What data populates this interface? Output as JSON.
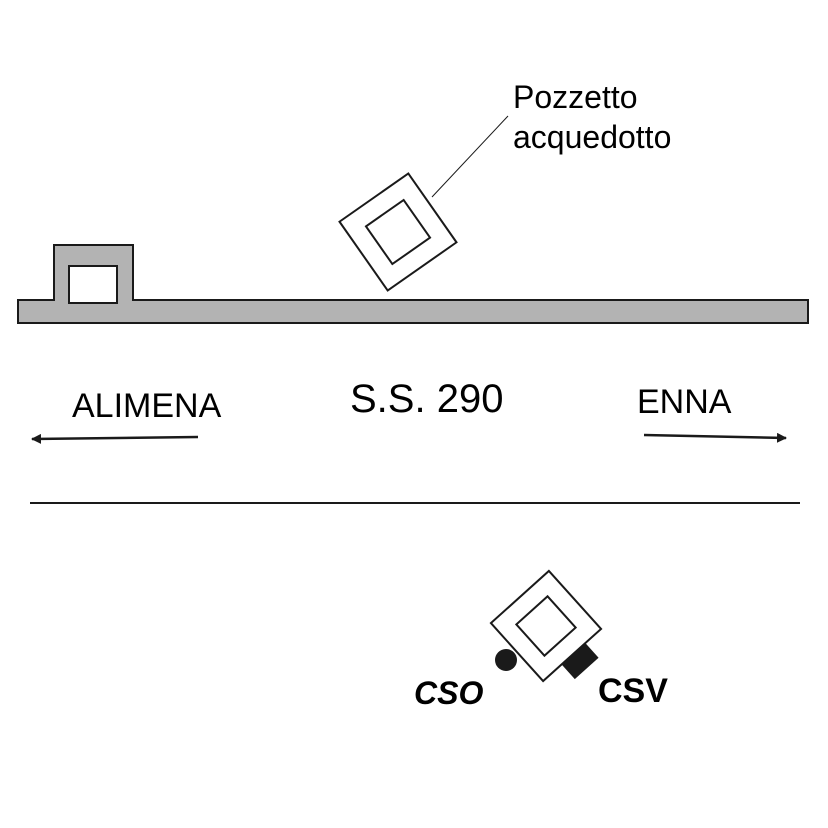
{
  "labels": {
    "pozzetto_line1": "Pozzetto",
    "pozzetto_line2": "acquedotto",
    "road_name": "S.S. 290",
    "left_direction": "ALIMENA",
    "right_direction": "ENNA",
    "cso": "CSO",
    "csv": "CSV"
  },
  "colors": {
    "road_fill": "#b3b3b3",
    "stroke": "#1a1a1a",
    "background": "#ffffff"
  }
}
